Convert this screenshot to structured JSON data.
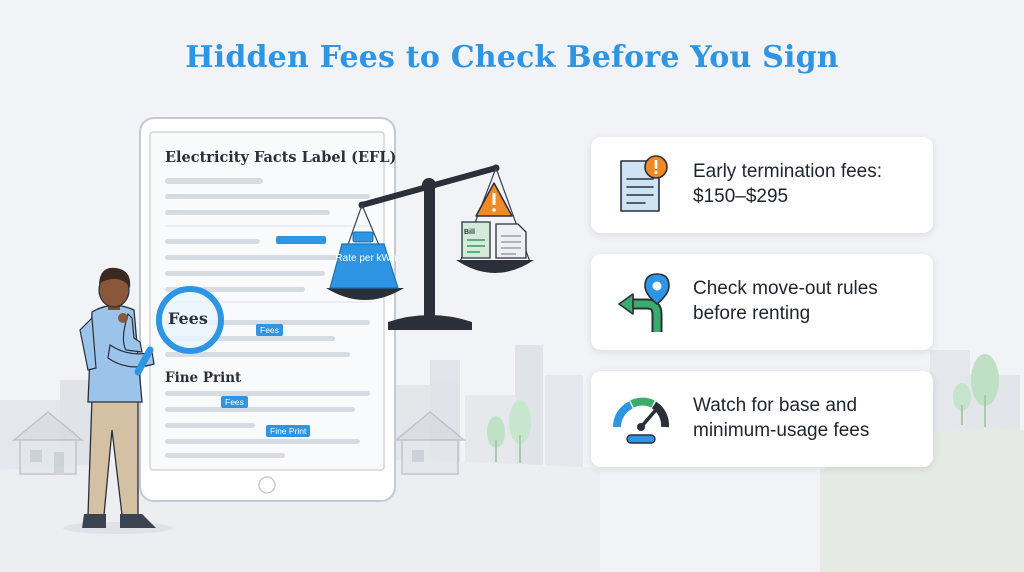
{
  "title": "Hidden Fees to Check Before You Sign",
  "document": {
    "heading": "Electricity Facts Label (EFL)",
    "fine_print_heading": "Fine Print",
    "tags": [
      "Fees",
      "Fees",
      "Fine Print"
    ],
    "magnifier_label": "Fees"
  },
  "scale": {
    "weight_label": "Rate per kWh",
    "bill_label": "Bill"
  },
  "cards": [
    {
      "text": "Early termination fees: $150–$295",
      "icon": "warning-document-icon"
    },
    {
      "text": "Check move-out rules before renting",
      "icon": "turn-arrow-location-pin-icon"
    },
    {
      "text": "Watch for base and minimum-usage fees",
      "icon": "gauge-meter-icon"
    }
  ],
  "colors": {
    "accent": "#2d95e3",
    "warning": "#f08a24",
    "green": "#2e9e5e",
    "dark": "#2a2f3a"
  }
}
